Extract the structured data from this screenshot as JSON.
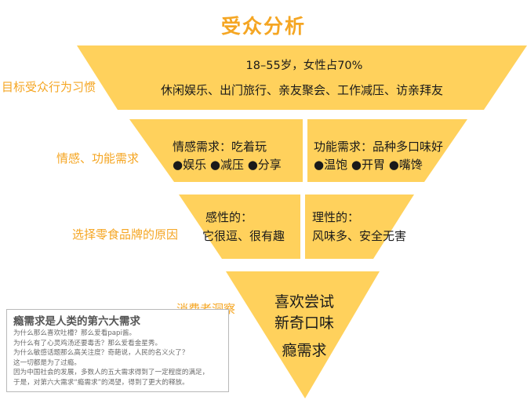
{
  "colors": {
    "accent": "#F5A623",
    "tier_fill": "#FFD15C",
    "text": "#1A1A1A",
    "note_text": "#6A6A6A",
    "note_border": "#B9B9B9"
  },
  "title": "受众分析",
  "tiers": [
    {
      "side_label": "目标受众行为习惯",
      "lines": [
        "18–55岁，女性占70%",
        "休闲娱乐、出门旅行、亲友聚会、工作减压、访亲拜友"
      ]
    },
    {
      "side_label": "情感、功能需求",
      "left_lines": [
        "情感需求：吃着玩",
        "●娱乐 ●减压 ●分享"
      ],
      "right_lines": [
        "功能需求：品种多口味好",
        "●温饱 ●开胃 ●嘴馋"
      ]
    },
    {
      "side_label": "选择零食品牌的原因",
      "left_lines": [
        "感性的：",
        "它很逗、很有趣"
      ],
      "right_lines": [
        "理性的：",
        "风味多、安全无害"
      ]
    },
    {
      "side_label": "消费者洞察",
      "lines": [
        "喜欢尝试",
        "新奇口味",
        "瘾需求"
      ]
    }
  ],
  "note": {
    "title": "瘾需求是人类的第六大需求",
    "lines": [
      "为什么那么喜欢吐槽？那么爱看papi酱。",
      "为什么有了心灵鸡汤还要毒舌？那么爱看金星秀。",
      "为什么敏感话题那么高关注度？奇葩说，人民的名义火了？",
      "这一切都是为了过瘾。",
      "因为中国社会的发展，多数人的五大需求得到了一定程度的满足，",
      "于是，对第六大需求“瘾需求”的渴望，得到了更大的释放。"
    ]
  }
}
